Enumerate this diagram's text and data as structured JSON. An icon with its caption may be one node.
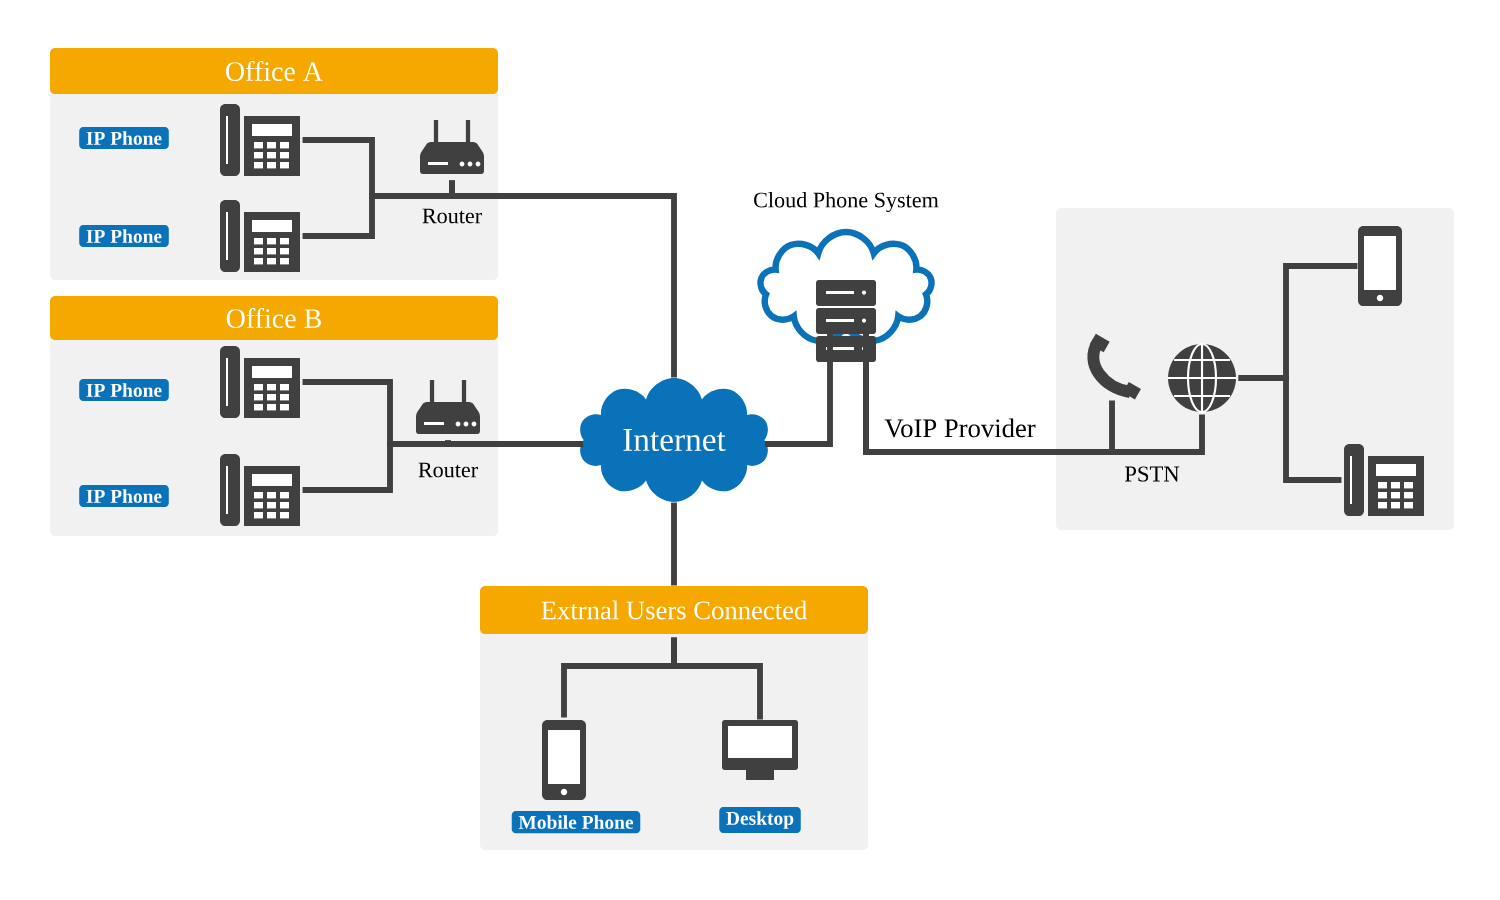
{
  "diagram": {
    "nodes": [
      {
        "text": [
          "Office A"
        ]
      },
      {
        "text": [
          "IP Phone"
        ],
        "in": 0
      },
      {
        "text": [],
        "shape": "phone",
        "in": 0
      },
      {
        "text": [
          "IP Phone"
        ],
        "in": 0
      },
      {
        "text": [],
        "shape": "phone",
        "in": 0
      },
      {
        "text": [],
        "shape": "router",
        "in": 0,
        "beside": [
          "Router"
        ]
      },
      {
        "text": [
          "Office B"
        ]
      },
      {
        "text": [
          "IP Phone"
        ],
        "in": 6
      },
      {
        "text": [],
        "shape": "phone",
        "in": 6
      },
      {
        "text": [
          "IP Phone"
        ],
        "in": 6
      },
      {
        "text": [],
        "shape": "phone",
        "in": 6
      },
      {
        "text": [],
        "shape": "router",
        "in": 6,
        "beside": [
          "Router"
        ]
      },
      {
        "text": [
          "Internet"
        ]
      },
      {
        "text": [],
        "shape": "cloud",
        "beside": [
          "Cloud Phone System"
        ]
      },
      {
        "text": [],
        "shape": "box"
      },
      {
        "text": [],
        "shape": "handset",
        "in": 14
      },
      {
        "text": [],
        "shape": "globe",
        "in": 14
      },
      {
        "text": [],
        "shape": "smartphone",
        "in": 14
      },
      {
        "text": [],
        "shape": "phone",
        "in": 14
      },
      {
        "text": [
          "Extrnal Users Connected"
        ]
      },
      {
        "text": [],
        "shape": "smartphone",
        "in": 19
      },
      {
        "text": [
          "Mobile Phone"
        ],
        "in": 19
      },
      {
        "text": [],
        "shape": "monitor",
        "in": 19
      },
      {
        "text": [
          "Desktop"
        ],
        "in": 19
      }
    ],
    "edges": [
      {
        "from": 2,
        "to": 5,
        "arrow": "none"
      },
      {
        "from": 4,
        "to": 5,
        "arrow": "none"
      },
      {
        "from": 5,
        "to": 12,
        "arrow": "none"
      },
      {
        "from": 8,
        "to": 11,
        "arrow": "none"
      },
      {
        "from": 10,
        "to": 11,
        "arrow": "none"
      },
      {
        "from": 11,
        "to": 12,
        "arrow": "none"
      },
      {
        "from": 12,
        "to": 13,
        "arrow": "none"
      },
      {
        "from": 13,
        "to": 15,
        "arrow": "none",
        "label": "VoIP Provider"
      },
      {
        "from": 13,
        "to": 16,
        "arrow": "none"
      },
      {
        "from": 16,
        "to": 17,
        "arrow": "none"
      },
      {
        "from": 16,
        "to": 18,
        "arrow": "none"
      },
      {
        "from": 12,
        "to": 19,
        "arrow": "none"
      },
      {
        "from": 19,
        "to": 20,
        "arrow": "none"
      },
      {
        "from": 19,
        "to": 22,
        "arrow": "none"
      }
    ],
    "labels": [
      "PSTN"
    ]
  }
}
